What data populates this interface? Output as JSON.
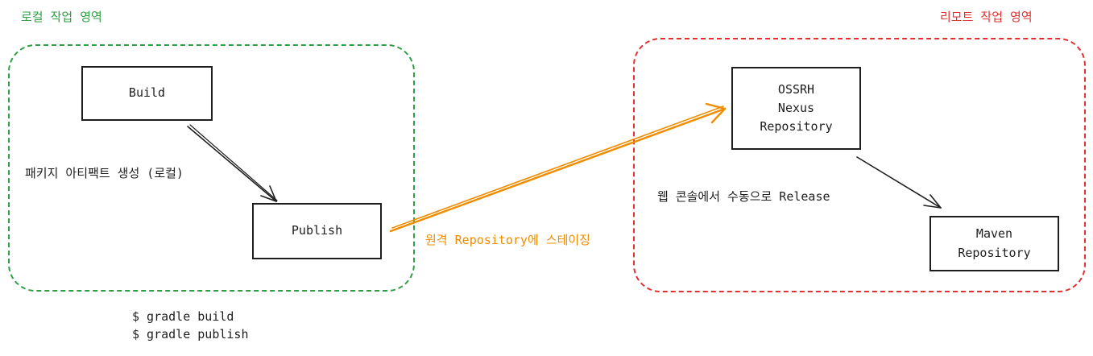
{
  "local_zone": {
    "title": "로컬 작업 영역",
    "color": "#2f9e44"
  },
  "remote_zone": {
    "title": "리모트 작업 영역",
    "color": "#e03131"
  },
  "nodes": {
    "build": "Build",
    "publish": "Publish",
    "ossrh": "OSSRH\nNexus\nRepository",
    "maven": "Maven\nRepository"
  },
  "edges": {
    "build_to_publish": "패키지 아티팩트 생성 (로컬)",
    "publish_to_ossrh": "원격 Repository에 스테이징",
    "ossrh_to_maven": "웹 콘솔에서 수동으로 Release"
  },
  "staging_color": "#f08c00",
  "commands": [
    "$ gradle build",
    "$ gradle publish"
  ]
}
